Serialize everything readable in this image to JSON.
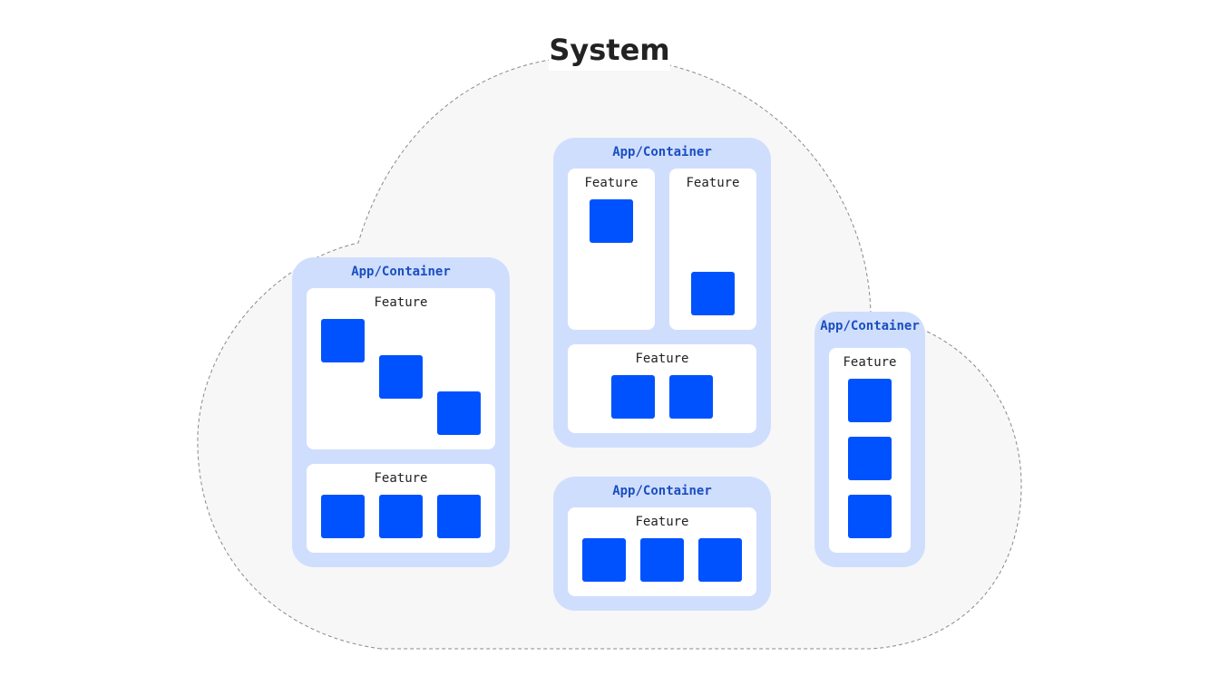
{
  "diagram": {
    "title": "System",
    "colors": {
      "cloud_fill": "#f7f7f7",
      "cloud_stroke": "#8a8a8a",
      "container_fill": "#d0defe",
      "container_label": "#1a4fbf",
      "feature_fill": "#ffffff",
      "block": "#0052ff"
    },
    "containers": [
      {
        "label": "App/Container",
        "features": [
          {
            "label": "Feature",
            "blocks": 3
          },
          {
            "label": "Feature",
            "blocks": 3
          }
        ]
      },
      {
        "label": "App/Container",
        "features": [
          {
            "label": "Feature",
            "blocks": 1
          },
          {
            "label": "Feature",
            "blocks": 1
          },
          {
            "label": "Feature",
            "blocks": 2
          }
        ]
      },
      {
        "label": "App/Container",
        "features": [
          {
            "label": "Feature",
            "blocks": 3
          }
        ]
      },
      {
        "label": "App/Container",
        "features": [
          {
            "label": "Feature",
            "blocks": 3
          }
        ]
      }
    ]
  }
}
